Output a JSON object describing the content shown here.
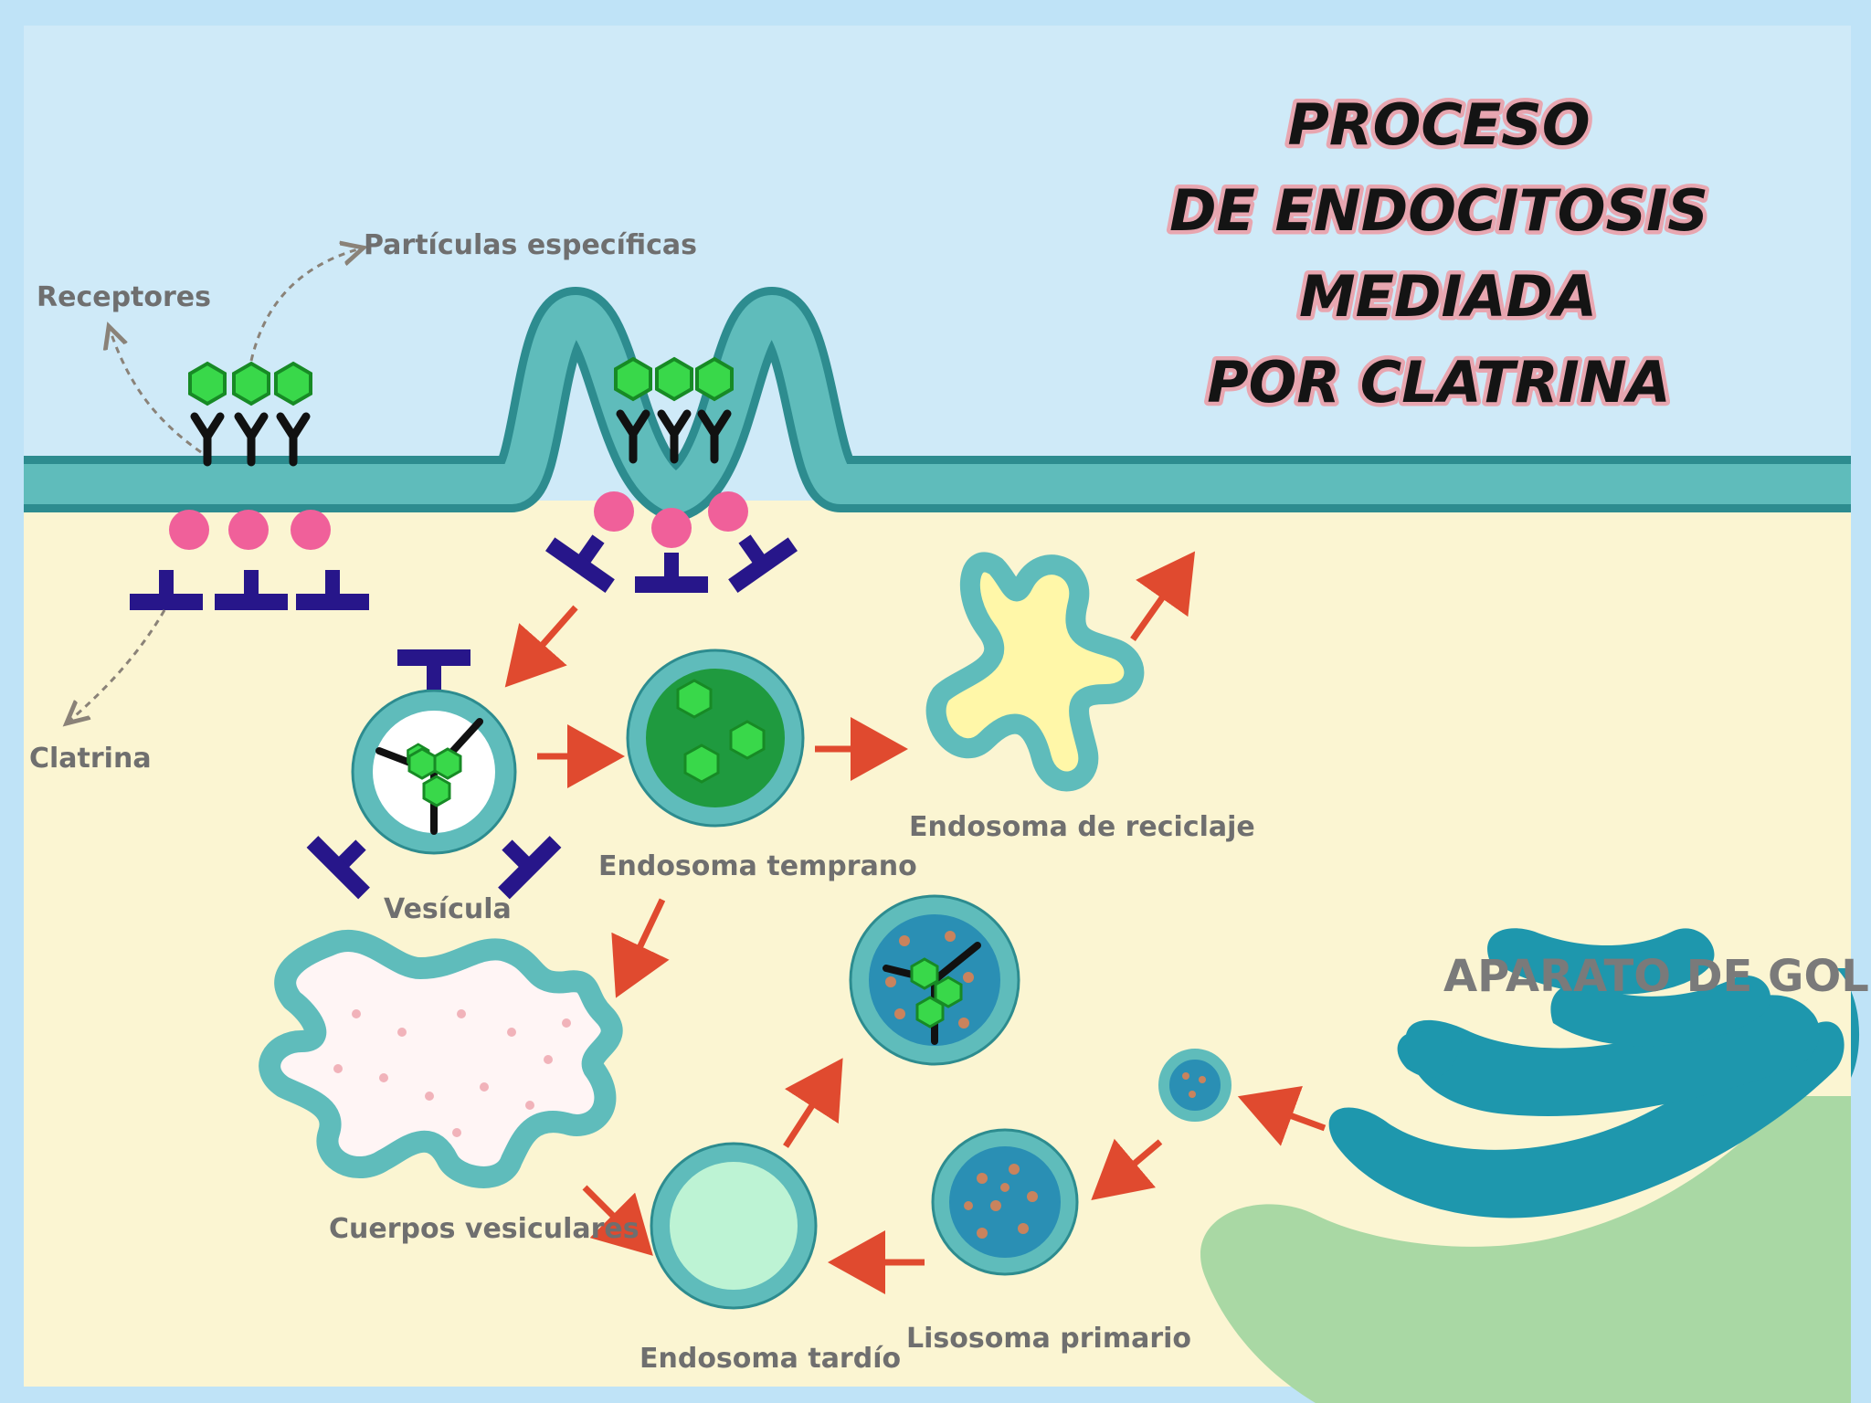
{
  "title": {
    "lines": [
      "PROCESO",
      "DE ENDOCITOSIS",
      "MEDIADA",
      "POR CLATRINA"
    ]
  },
  "labels": {
    "receptores": "Receptores",
    "particulas": "Partículas específicas",
    "clatrina": "Clatrina",
    "vesicula": "Vesícula",
    "endosoma_temprano": "Endosoma temprano",
    "endosoma_reciclaje": "Endosoma de reciclaje",
    "cuerpos_vesiculares": "Cuerpos vesiculares",
    "endosoma_tardio": "Endosoma tardío",
    "lisosoma_primario": "Lisosoma primario",
    "aparato_golgi": "APARATO DE GOLGI"
  },
  "colors": {
    "extracellular": "#cfeaf8",
    "cytoplasm": "#fbf5d2",
    "membrane": "#5fbcbb",
    "membrane_dark": "#2d8c8f",
    "ligand": "#39d84a",
    "receptor": "#111111",
    "adaptor": "#f0609a",
    "clathrin": "#27168a",
    "arrow": "#e04a2f",
    "golgi_dark": "#1e97ad",
    "golgi_light": "#a9d8a4"
  }
}
